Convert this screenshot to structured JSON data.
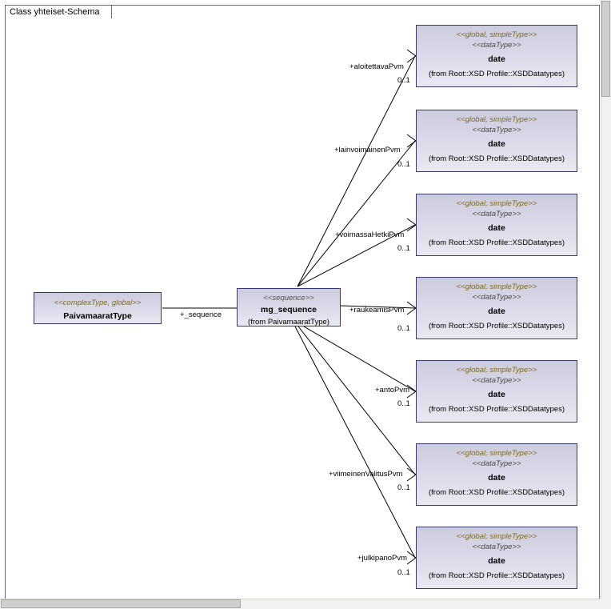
{
  "diagram": {
    "frame_title": "Class yhteiset-Schema",
    "source_class": {
      "stereotype": "<<complexType, global>>",
      "name": "PaivamaaratType"
    },
    "sequence_class": {
      "stereotype": "<<sequence>>",
      "name": "mg_sequence",
      "from": "(from PaivamaaratType)"
    },
    "sequence_link": {
      "role": "+_sequence"
    },
    "datatype_template": {
      "stereotype1": "<<global, simpleType>>",
      "stereotype2": "<<dataType>>",
      "name": "date",
      "from": "(from Root::XSD Profile::XSDDatatypes)"
    },
    "attributes": [
      {
        "role": "+aloitettavaPvm",
        "multiplicity": "0..1"
      },
      {
        "role": "+lainvoimainenPvm",
        "multiplicity": "0..1"
      },
      {
        "role": "+voimassaHetkiPvm",
        "multiplicity": "0..1"
      },
      {
        "role": "+raukeamisPvm",
        "multiplicity": "0..1"
      },
      {
        "role": "+antoPvm",
        "multiplicity": "0..1"
      },
      {
        "role": "+viimeinenValitusPvm",
        "multiplicity": "0..1"
      },
      {
        "role": "+julkipanoPvm",
        "multiplicity": "0..1"
      }
    ],
    "colors": {
      "node_border": "#3a3a6a",
      "node_fill_top": "#ccccdf",
      "node_fill_bottom": "#e9e9f2",
      "stereotype_text": "#7d6b1f",
      "frame_border": "#6a6a6a",
      "line": "#000000"
    }
  }
}
